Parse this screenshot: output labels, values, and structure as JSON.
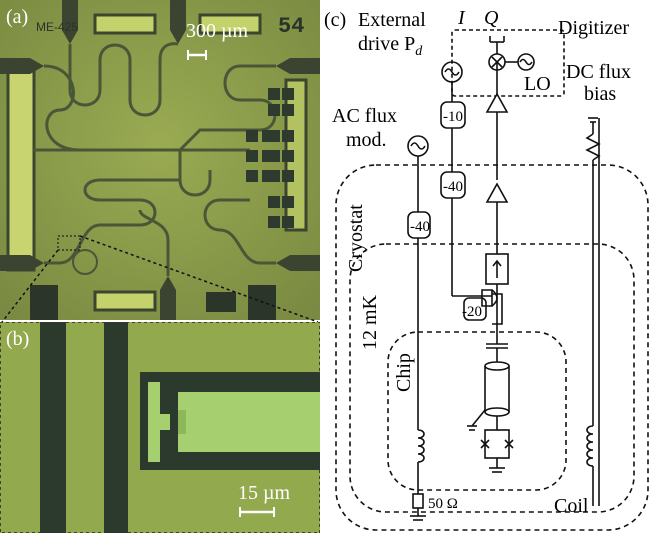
{
  "panels": {
    "a": {
      "label": "(a)",
      "scale": "300 µm",
      "chip_id_left": "ME-425",
      "chip_id_right": "54"
    },
    "b": {
      "label": "(b)",
      "scale": "15 µm"
    },
    "c": {
      "label": "(c)"
    }
  },
  "schematic": {
    "external_drive_1": "External",
    "external_drive_2": "drive P",
    "external_drive_sub": "d",
    "ac_flux_1": "AC flux",
    "ac_flux_2": "mod.",
    "i_label": "I",
    "q_label": "Q",
    "digitizer": "Digitizer",
    "lo": "LO",
    "dc_flux_1": "DC flux",
    "dc_flux_2": "bias",
    "cryostat": "Cryostat",
    "temp": "12 mK",
    "chip": "Chip",
    "coil": "Coil",
    "termination": "50 Ω",
    "att_drive": "-10",
    "att_drive2": "-40",
    "att_ac": "-40",
    "att_coupler": "-20"
  },
  "colors": {
    "chip_bg": "#8fa04a",
    "chip_dark": "#2f3a30",
    "chip_light": "#c9d86a",
    "line": "#111111"
  }
}
